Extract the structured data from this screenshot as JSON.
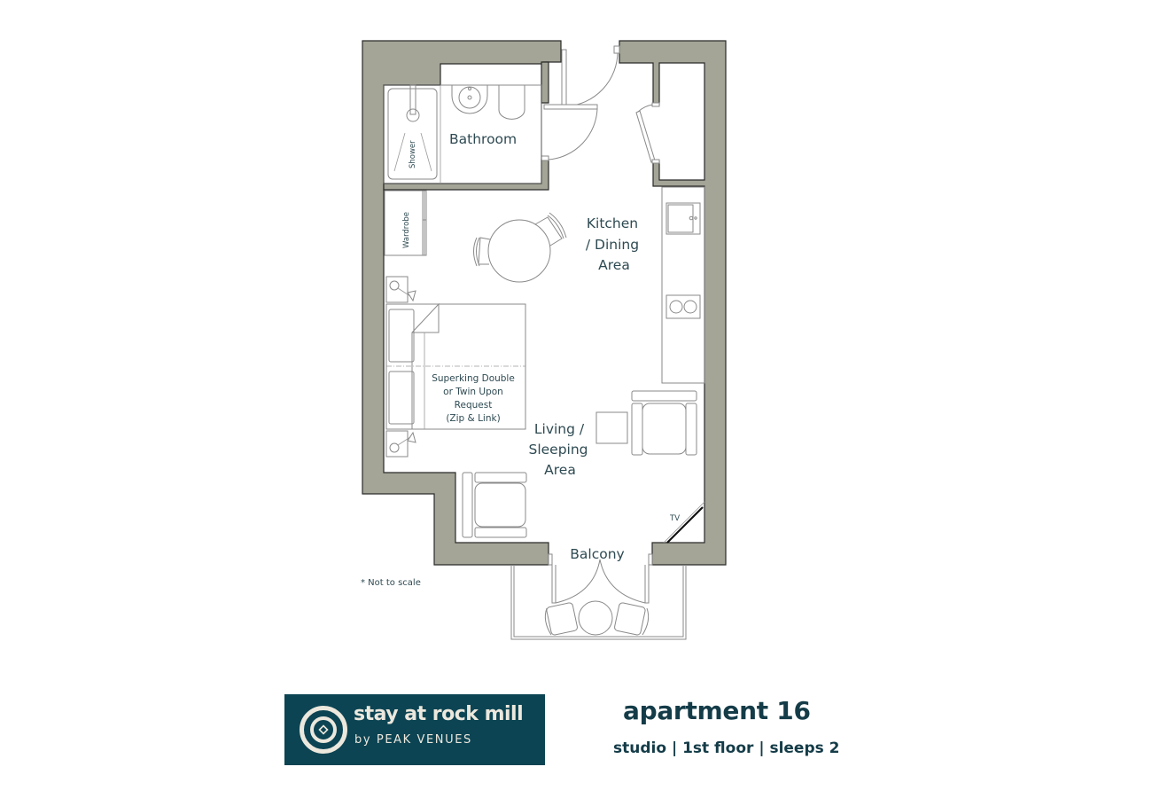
{
  "floorplan": {
    "rooms": {
      "bathroom": "Bathroom",
      "kitchen_line1": "Kitchen",
      "kitchen_line2": "/ Dining",
      "kitchen_line3": "Area",
      "living_line1": "Living /",
      "living_line2": "Sleeping",
      "living_line3": "Area",
      "balcony": "Balcony"
    },
    "fixtures": {
      "shower": "Shower",
      "wardrobe": "Wardrobe",
      "tv": "TV",
      "bed_line1": "Superking Double",
      "bed_line2": "or Twin Upon",
      "bed_line3": "Request",
      "bed_line4": "(Zip & Link)"
    },
    "note": "* Not to scale",
    "colors": {
      "wall": "#a4a597",
      "label_text": "#2e4a52"
    }
  },
  "brand": {
    "name": "stay at rock mill",
    "subtitle": "by PEAK VENUES",
    "logo_icon": "concentric-circle-diamond-icon",
    "background_color": "#0c4453",
    "text_color": "#ece8dd"
  },
  "apartment": {
    "title": "apartment 16",
    "details": "studio | 1st floor | sleeps 2",
    "text_color": "#143c48"
  }
}
